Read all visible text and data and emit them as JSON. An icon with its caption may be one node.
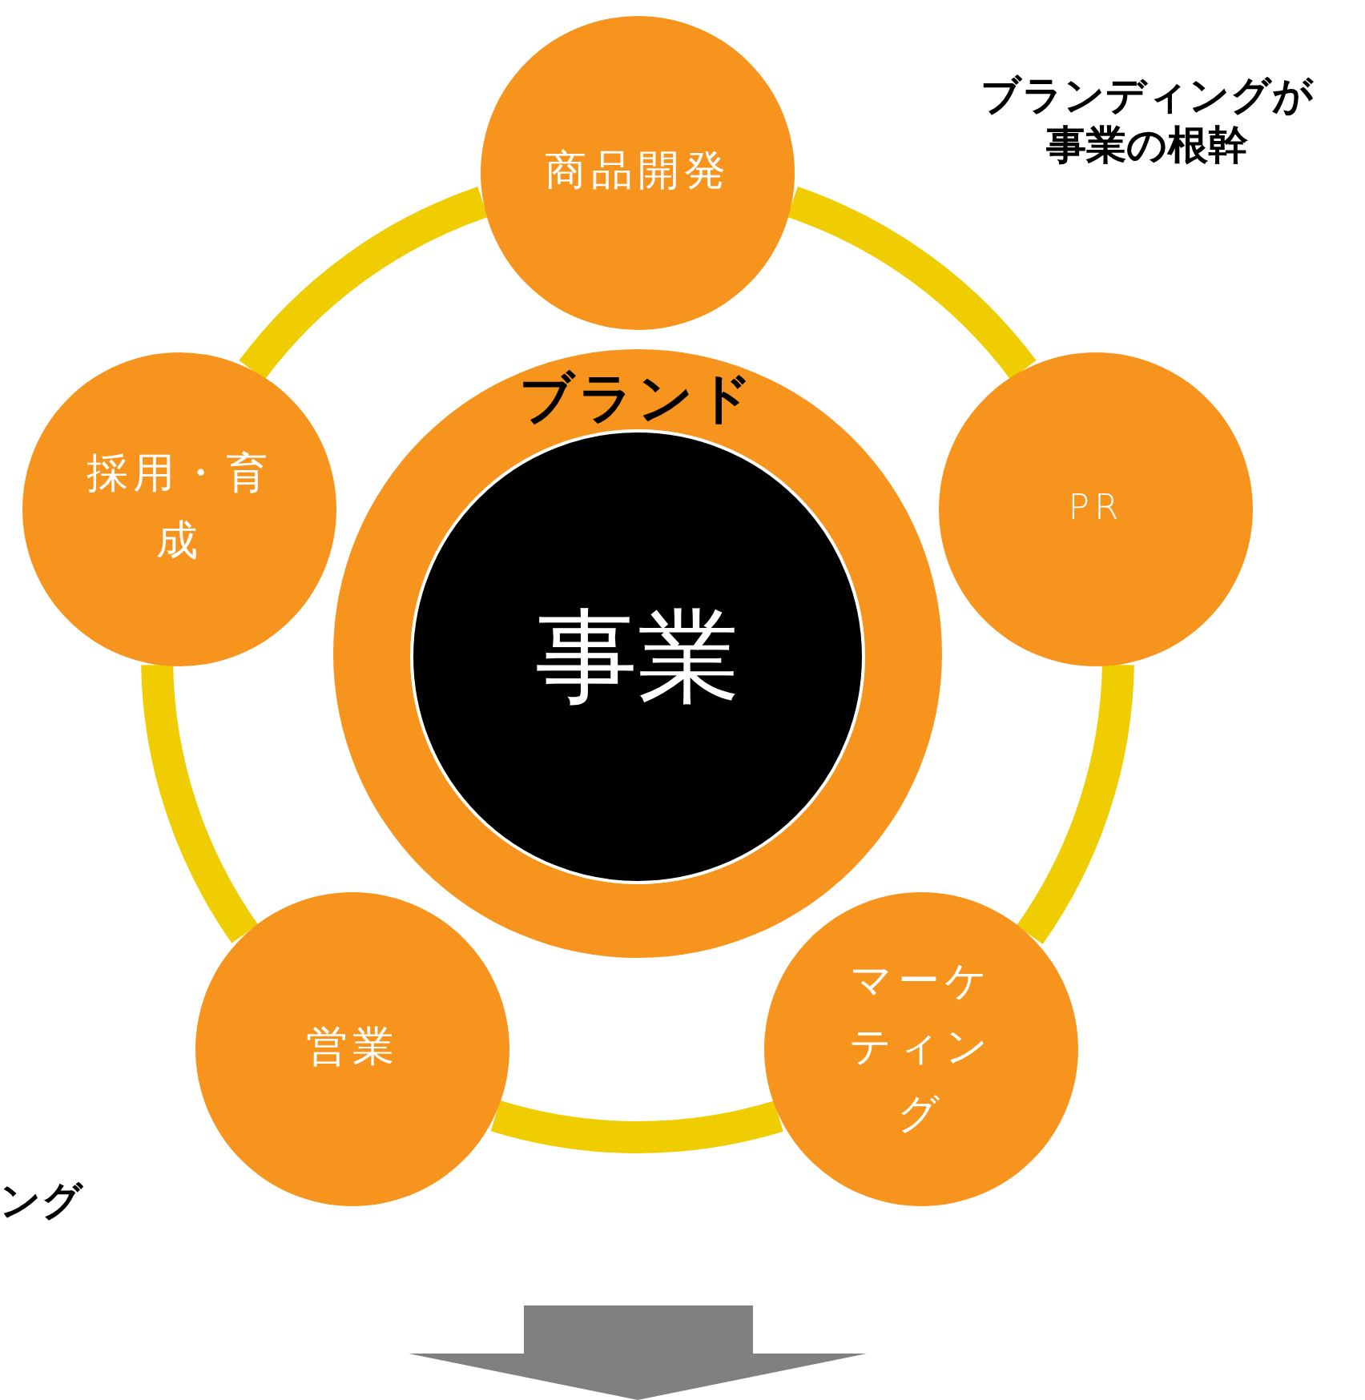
{
  "diagram": {
    "nodes": [
      {
        "text": [
          "ブランド"
        ]
      },
      {
        "text": [
          "事業"
        ],
        "in": 0
      },
      {
        "text": [
          "商品開発"
        ]
      },
      {
        "text": [
          "PR"
        ]
      },
      {
        "text": [
          "マーケティング"
        ]
      },
      {
        "text": [
          "営業"
        ]
      },
      {
        "text": [
          "採用・育成"
        ]
      }
    ],
    "edges": [
      {
        "from": 2,
        "to": 3,
        "arrow": "none"
      },
      {
        "from": 3,
        "to": 4,
        "arrow": "none"
      },
      {
        "from": 4,
        "to": 5,
        "arrow": "none"
      },
      {
        "from": 5,
        "to": 6,
        "arrow": "none"
      },
      {
        "from": 6,
        "to": 2,
        "arrow": "none"
      }
    ],
    "labels": [
      "ブランディングが事業の根幹",
      "ング"
    ]
  }
}
